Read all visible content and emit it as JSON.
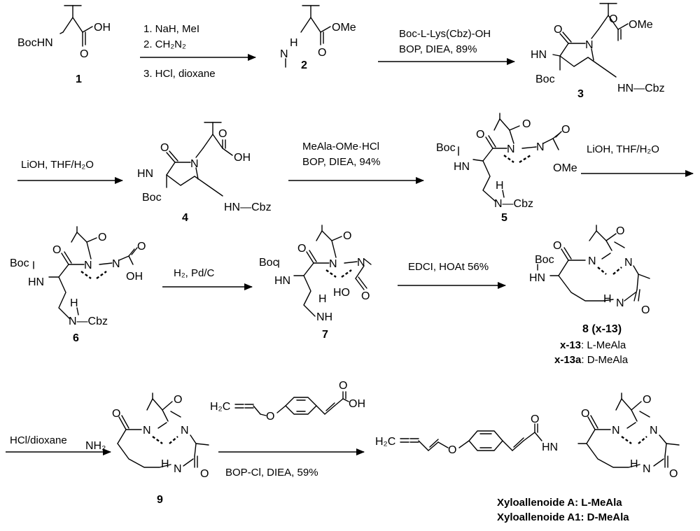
{
  "compounds": {
    "c1": {
      "number": "1",
      "atoms": {
        "n": "BocHN",
        "oh": "OH",
        "o": "O"
      }
    },
    "c2": {
      "number": "2",
      "atoms": {
        "n": "N",
        "h": "H",
        "ome": "OMe",
        "o": "O"
      }
    },
    "c3": {
      "number": "3",
      "atoms": {
        "hn": "HN",
        "boc": "Boc",
        "n": "N",
        "o1": "O",
        "o2": "O",
        "ome": "OMe",
        "hncbz": "HN—Cbz"
      }
    },
    "c4": {
      "number": "4",
      "atoms": {
        "hn": "HN",
        "boc": "Boc",
        "n": "N",
        "o1": "O",
        "o2": "O",
        "oh": "OH",
        "hncbz": "HN—Cbz"
      }
    },
    "c5": {
      "number": "5",
      "atoms": {
        "boc": "Boc",
        "hn": "HN",
        "o": "O",
        "n1": "N",
        "n2": "N",
        "o2": "O",
        "o3": "O",
        "ome": "OMe",
        "h": "H",
        "ncbz": "N—Cbz"
      }
    },
    "c6": {
      "number": "6",
      "atoms": {
        "boc": "Boc",
        "hn": "HN",
        "o": "O",
        "n1": "N",
        "n2": "N",
        "o2": "O",
        "o3": "O",
        "oh": "OH",
        "h": "H",
        "ncbz": "N—Cbz"
      }
    },
    "c7": {
      "number": "7",
      "atoms": {
        "boc": "Boc",
        "hn": "HN",
        "o": "O",
        "n1": "N",
        "n2": "N",
        "o2": "O",
        "ho": "HO",
        "o3": "O",
        "h": "H",
        "nh": "NH"
      }
    },
    "c8": {
      "number": "8 (x-13)",
      "atoms": {
        "boc": "Boc",
        "hn": "HN",
        "o": "O",
        "n1": "N",
        "n2": "N",
        "o2": "O",
        "h": "H",
        "n3": "N",
        "o3": "O"
      }
    },
    "c9": {
      "number": "9",
      "atoms": {
        "nh2": "NH₂",
        "o": "O",
        "n1": "N",
        "n2": "N",
        "o2": "O",
        "h": "H",
        "n3": "N",
        "o3": "O"
      }
    },
    "reagent": {
      "atoms": {
        "h2c": "H₂C",
        "o": "O",
        "o2": "O",
        "oh": "OH"
      }
    },
    "final": {
      "atoms": {
        "h2c": "H₂C",
        "o": "O",
        "o2": "O",
        "hn": "HN",
        "o3": "O",
        "n1": "N",
        "n2": "N",
        "o4": "O",
        "h": "H",
        "n3": "N",
        "o5": "O"
      }
    }
  },
  "steps": {
    "s1": {
      "lines": [
        "1. NaH, MeI",
        "2. CH₂N₂",
        "3. HCl, dioxane"
      ]
    },
    "s2": {
      "lines": [
        "Boc-L-Lys(Cbz)-OH",
        "BOP, DIEA, 89%"
      ]
    },
    "s3": {
      "lines": [
        "LiOH, THF/H₂O"
      ]
    },
    "s4": {
      "lines": [
        "MeAla-OMe·HCl",
        "BOP, DIEA, 94%"
      ]
    },
    "s5": {
      "lines": [
        "LiOH, THF/H₂O"
      ]
    },
    "s6": {
      "lines": [
        "H₂, Pd/C"
      ]
    },
    "s7": {
      "lines": [
        "EDCI, HOAt  56%"
      ]
    },
    "s8": {
      "lines": [
        "HCl/dioxane"
      ]
    },
    "s9": {
      "lines": [
        "BOP-Cl, DIEA, 59%"
      ]
    }
  },
  "legends": {
    "x13": {
      "key": "x-13",
      "value": ": L-MeAla"
    },
    "x13a": {
      "key": "x-13a",
      "value": ": D-MeAla"
    },
    "xyloA": "Xyloallenoide A:  L-MeAla",
    "xyloA1": "Xyloallenoide A1: D-MeAla"
  }
}
